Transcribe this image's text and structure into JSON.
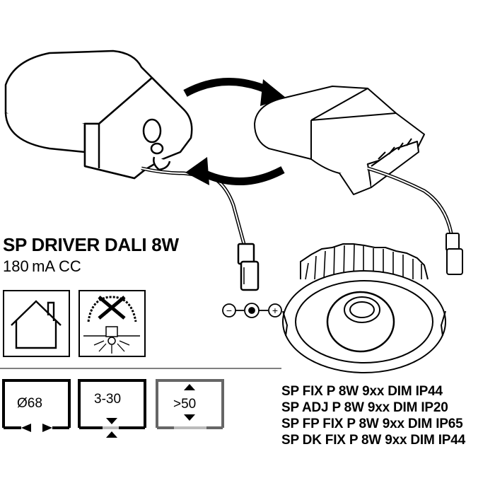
{
  "product": {
    "title": "SP DRIVER DALI 8W",
    "subtitle": "180 mA CC"
  },
  "polarity": {
    "minus": "−",
    "plus": "+"
  },
  "icons": [
    {
      "name": "indoor-house-icon"
    },
    {
      "name": "no-insulation-cover-icon"
    }
  ],
  "dimensions": {
    "cutout": "Ø68",
    "ceiling_thickness": "3-30",
    "clearance": ">50"
  },
  "models": [
    "SP FIX P 8W 9xx DIM IP44",
    "SP ADJ P 8W 9xx DIM IP20",
    "SP FP FIX P 8W 9xx DIM IP65",
    "SP DK FIX P 8W 9xx DIM IP44"
  ],
  "colors": {
    "line": "#000000",
    "grey_frame": "#666666",
    "light_grey": "#bbbbbb"
  }
}
